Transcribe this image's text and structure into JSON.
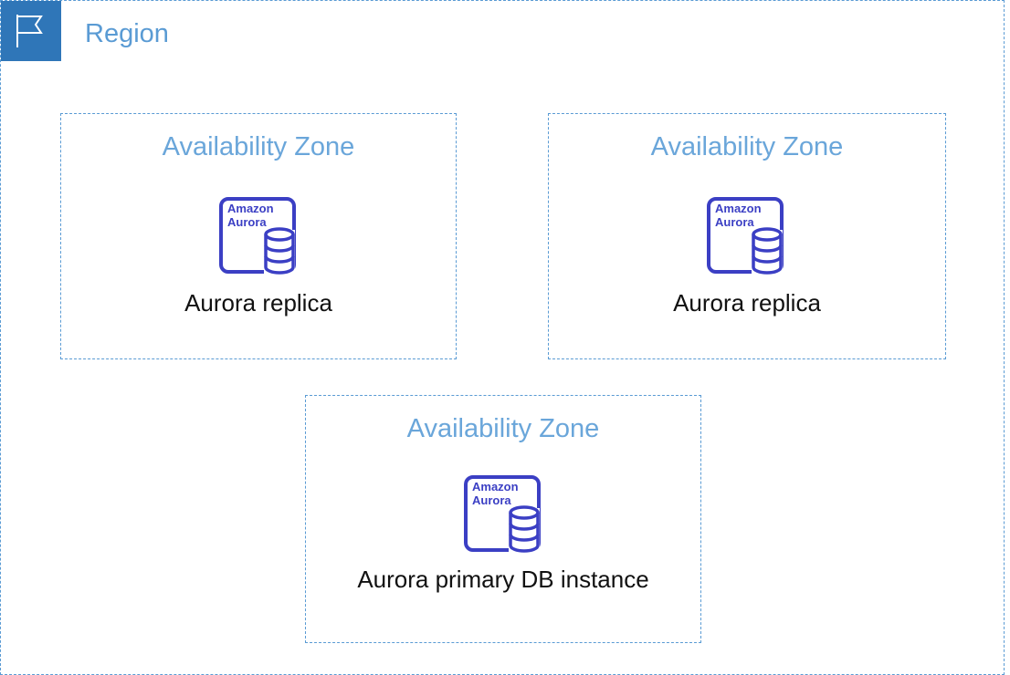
{
  "region": {
    "label": "Region",
    "icon": "flag-icon"
  },
  "colors": {
    "region_border": "#5a9bd4",
    "region_badge": "#2f76b8",
    "zone_title": "#6aa6da",
    "aurora_icon": "#3b3fc4"
  },
  "icon_text": {
    "line1": "Amazon",
    "line2": "Aurora"
  },
  "zones": [
    {
      "title": "Availability Zone",
      "instance": "Aurora replica"
    },
    {
      "title": "Availability Zone",
      "instance": "Aurora replica"
    },
    {
      "title": "Availability Zone",
      "instance": "Aurora primary DB instance"
    }
  ]
}
